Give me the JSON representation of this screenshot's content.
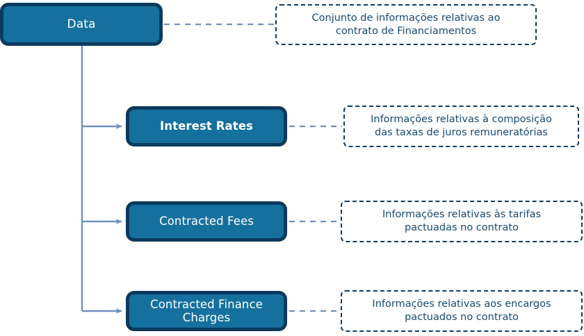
{
  "diagram": {
    "title": "Data",
    "colors": {
      "node_fill": "#16709e",
      "node_border": "#0a3a5c",
      "node_text": "#ffffff",
      "note_border": "#0d3c63",
      "note_text": "#154a72",
      "connector": "#6f8fc0",
      "background": "#ffffff"
    },
    "root": {
      "label": "Data",
      "note": "Conjunto de informações relativas ao\ncontrato de Financiamentos"
    },
    "children": [
      {
        "label": "Interest Rates",
        "note": "Informações relativas à composição\ndas taxas de juros remuneratórias"
      },
      {
        "label": "Contracted Fees",
        "note": "Informações relativas às tarifas\npactuadas no contrato"
      },
      {
        "label": "Contracted Finance\nCharges",
        "note": "Informações relativas aos encargos\npactuados no contrato"
      }
    ]
  }
}
